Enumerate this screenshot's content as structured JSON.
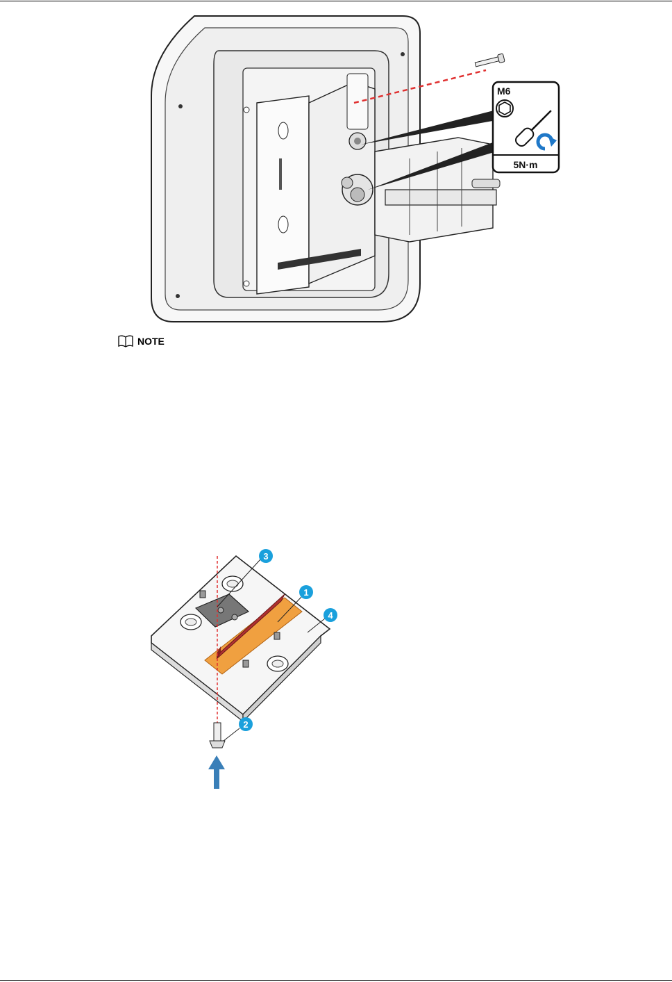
{
  "figure1": {
    "bolt_size": "M6",
    "torque": "5N·m"
  },
  "note": {
    "label": "NOTE"
  },
  "figure2": {
    "callouts": [
      "1",
      "2",
      "3",
      "4"
    ]
  },
  "colors": {
    "callout_blue": "#1aa0dc",
    "guide_red": "#e03030",
    "rail_red": "#b03030",
    "plate_orange": "#f0a040",
    "arrow_blue": "#3a7fb8",
    "rotate_blue": "#1f78c8"
  }
}
